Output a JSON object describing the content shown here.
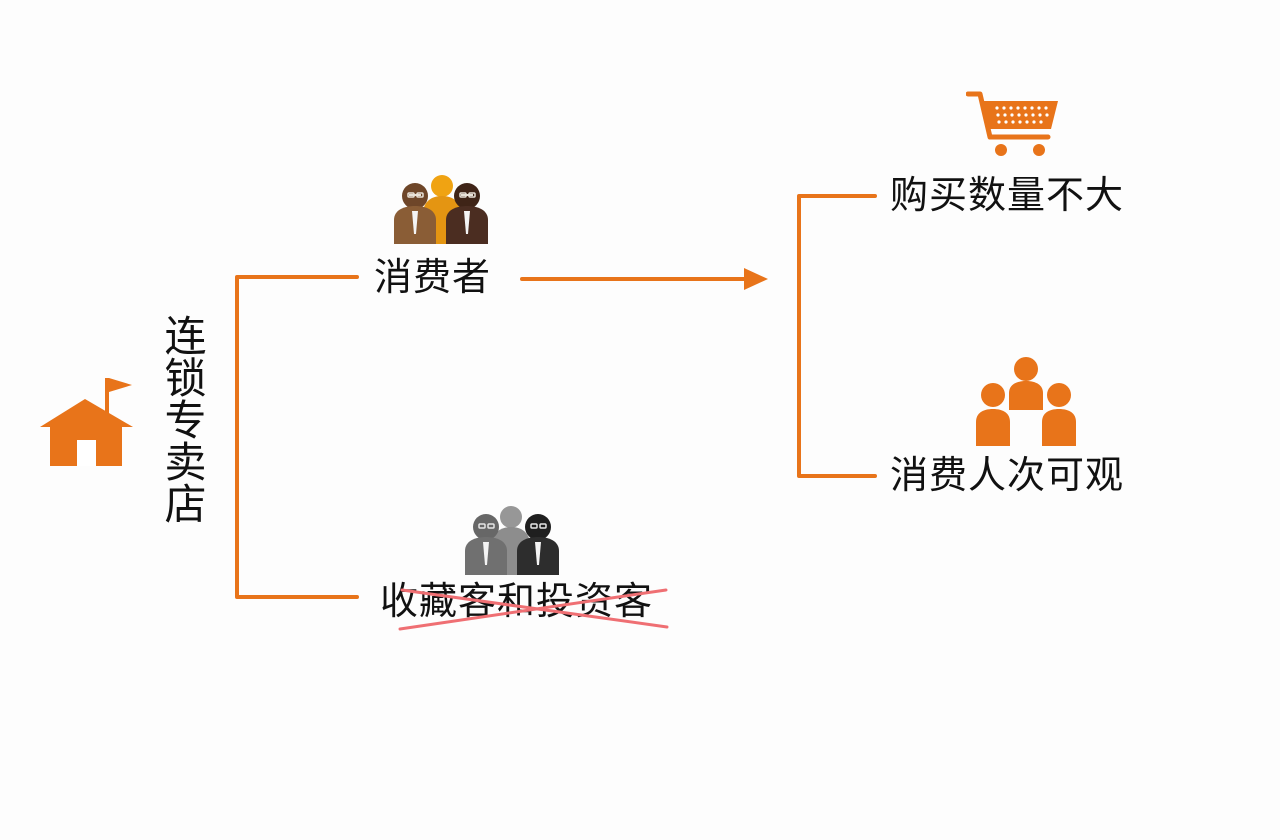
{
  "diagram": {
    "root_label": "连锁专卖店",
    "branches": {
      "consumer": {
        "label": "消费者"
      },
      "collector": {
        "label": "收藏客和投资客"
      }
    },
    "outcomes": {
      "purchase_small": {
        "label": "购买数量不大"
      },
      "visits_large": {
        "label": "消费人次可观"
      }
    }
  },
  "colors": {
    "accent": "#e8741a",
    "text": "#111111",
    "strike": "#ef6f73"
  },
  "icons": {
    "root": "house-flag-icon",
    "consumer": "consumer-people-icon",
    "collector": "collector-people-icon",
    "cart": "shopping-cart-icon",
    "crowd": "people-group-icon"
  }
}
